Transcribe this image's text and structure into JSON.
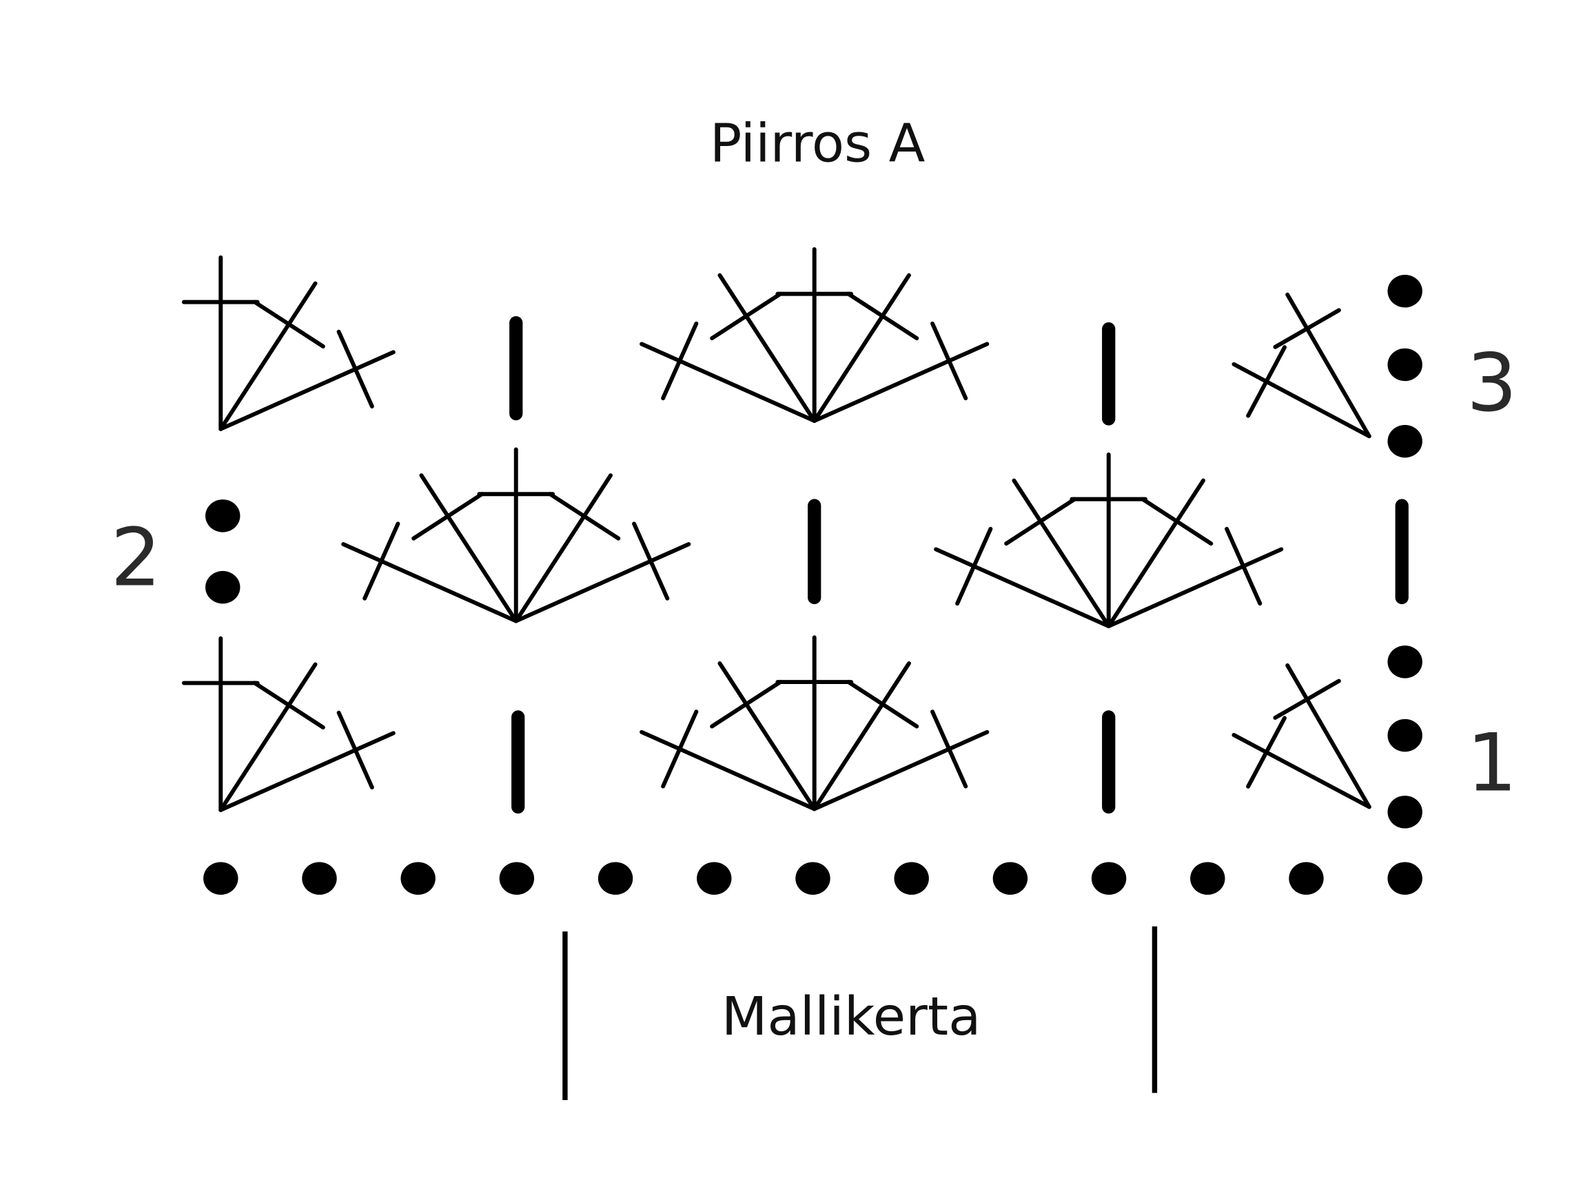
{
  "title": "Piirros A",
  "repeat_label": "Mallikerta",
  "row_labels": [
    {
      "row": 1,
      "text": "1"
    },
    {
      "row": 2,
      "text": "2"
    },
    {
      "row": 3,
      "text": "3"
    }
  ],
  "colors": {
    "ink": "#000000",
    "background": "#ffffff"
  },
  "foundation_chain_count": 13,
  "rows": [
    {
      "row": 1,
      "turning_chain": 3,
      "stitches": [
        "half-fan-left",
        "sc",
        "fan-5",
        "sc",
        "half-fan-right"
      ]
    },
    {
      "row": 2,
      "turning_chain": 2,
      "stitches": [
        "fan-5",
        "sc",
        "fan-5",
        "sc"
      ]
    },
    {
      "row": 3,
      "turning_chain": 3,
      "stitches": [
        "half-fan-left",
        "sc",
        "fan-5",
        "sc",
        "half-fan-right"
      ]
    }
  ],
  "legend_icons": {
    "chain": "filled-dot",
    "single_crochet": "bold-vertical-bar",
    "double_crochet": "crossed-stem",
    "fan": "fan-of-crossed-stems"
  }
}
